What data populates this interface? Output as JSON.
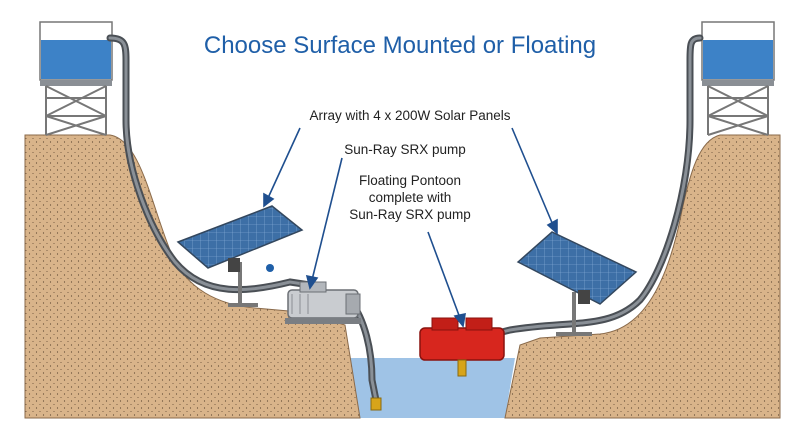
{
  "diagram": {
    "title": "Choose Surface Mounted or Floating",
    "labels": {
      "array": "Array with 4 x 200W Solar Panels",
      "pump": "Sun-Ray SRX pump",
      "pontoon_line1": "Floating Pontoon",
      "pontoon_line2": "complete with",
      "pontoon_line3": "Sun-Ray SRX pump"
    },
    "components": [
      "water-tank",
      "solar-panel-array",
      "surface-pump",
      "floating-pontoon",
      "hose",
      "water-source",
      "ground"
    ],
    "colors": {
      "title": "#1f5fa8",
      "ground": "#d9b48a",
      "water": "#9fc3e6",
      "panel": "#3b6aa0",
      "pontoon": "#d7261e",
      "pipe": "#555a60"
    }
  }
}
